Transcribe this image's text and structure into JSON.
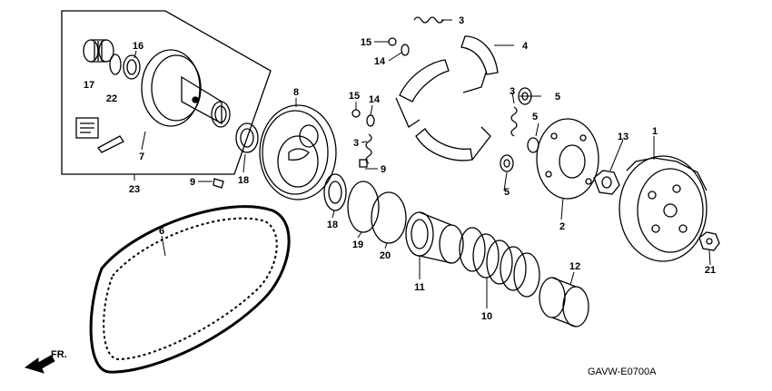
{
  "callouts": {
    "c1": "1",
    "c2": "2",
    "c3a": "3",
    "c3b": "3",
    "c3c": "3",
    "c4": "4",
    "c5a": "5",
    "c5b": "5",
    "c5c": "5",
    "c6": "6",
    "c7": "7",
    "c8": "8",
    "c9a": "9",
    "c9b": "9",
    "c10": "10",
    "c11": "11",
    "c12": "12",
    "c13": "13",
    "c14a": "14",
    "c14b": "14",
    "c15a": "15",
    "c15b": "15",
    "c16": "16",
    "c17": "17",
    "c18a": "18",
    "c18b": "18",
    "c19": "19",
    "c20": "20",
    "c21": "21",
    "c22": "22",
    "c23": "23"
  },
  "front_label": "FR.",
  "diagram_code": "GAVW-E0700A"
}
